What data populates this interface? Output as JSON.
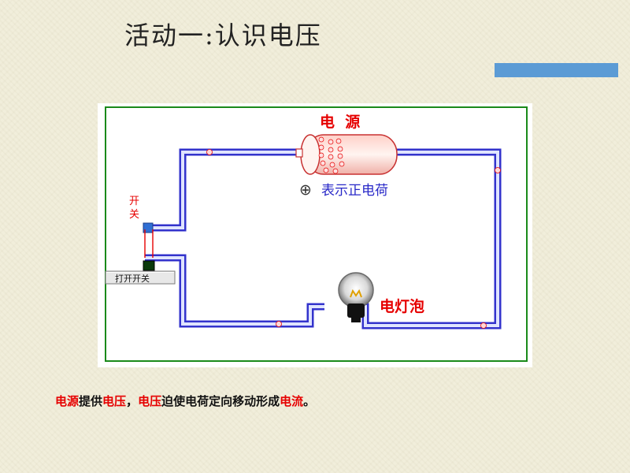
{
  "slide": {
    "title": "活动一:认识电压",
    "accent_color": "#5b9bd5"
  },
  "diagram": {
    "power_source_label": "电  源",
    "legend_symbol": "⊕",
    "legend_text": "表示正电荷",
    "switch_label_top": "开",
    "switch_label_bottom": "关",
    "switch_button_label": "打开开关",
    "bulb_label": "电灯泡",
    "charge_symbol": "+",
    "wire_color": "#3333cc",
    "label_color": "#e60000"
  },
  "caption": {
    "parts": [
      {
        "text": "电源",
        "highlight": true
      },
      {
        "text": "提供",
        "highlight": false
      },
      {
        "text": "电压",
        "highlight": true
      },
      {
        "text": "，",
        "highlight": false
      },
      {
        "text": "电压",
        "highlight": true
      },
      {
        "text": "迫使电荷定向移动形成",
        "highlight": false
      },
      {
        "text": "电流",
        "highlight": true
      },
      {
        "text": "。",
        "highlight": false
      }
    ]
  }
}
